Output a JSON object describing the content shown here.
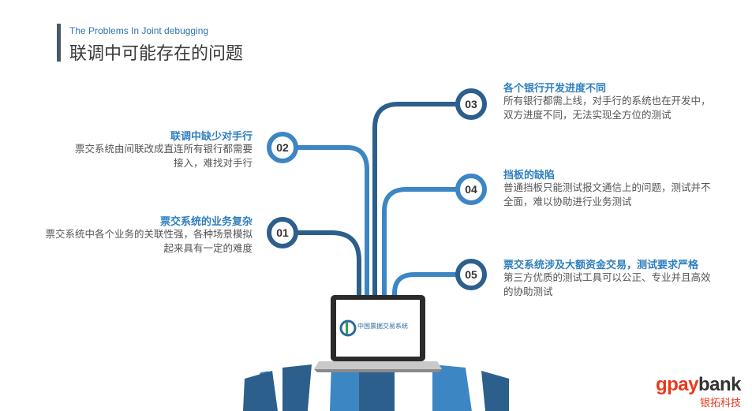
{
  "header": {
    "subtitle_en": "The Problems  In Joint debugging",
    "title_cn": "联调中可能存在的问题"
  },
  "items": [
    {
      "number": "01",
      "heading": "票交系统的业务复杂",
      "lines": [
        "票交系统中各个业务的关联性强，各种场景模拟",
        "起来具有一定的难度"
      ]
    },
    {
      "number": "02",
      "heading": "联调中缺少对手行",
      "lines": [
        "票交系统由间联改成直连所有银行都需要",
        "接入，难找对手行"
      ]
    },
    {
      "number": "03",
      "heading": "各个银行开发进度不同",
      "lines": [
        "所有银行都需上线，对手行的系统也在开发中，",
        "双方进度不同，无法实现全方位的测试"
      ]
    },
    {
      "number": "04",
      "heading": "挡板的缺陷",
      "lines": [
        "普通挡板只能测试报文通信上的问题，测试并不",
        "全面，难以协助进行业务测试"
      ]
    },
    {
      "number": "05",
      "heading": "票交系统涉及大额资金交易，测试要求严格",
      "lines": [
        "第三方优质的测试工具可以公正、专业并且高效",
        "的协助测试"
      ]
    }
  ],
  "laptop": {
    "screen_label": "中国票据交易系统"
  },
  "logo": {
    "gpay": "gpay",
    "bank": "bank",
    "cn": "银拓科技"
  },
  "colors": {
    "dark_blue": "#2d5f8c",
    "light_blue": "#3d86c4",
    "heading_blue": "#2f7fbf",
    "brand_red": "#e8391c"
  }
}
